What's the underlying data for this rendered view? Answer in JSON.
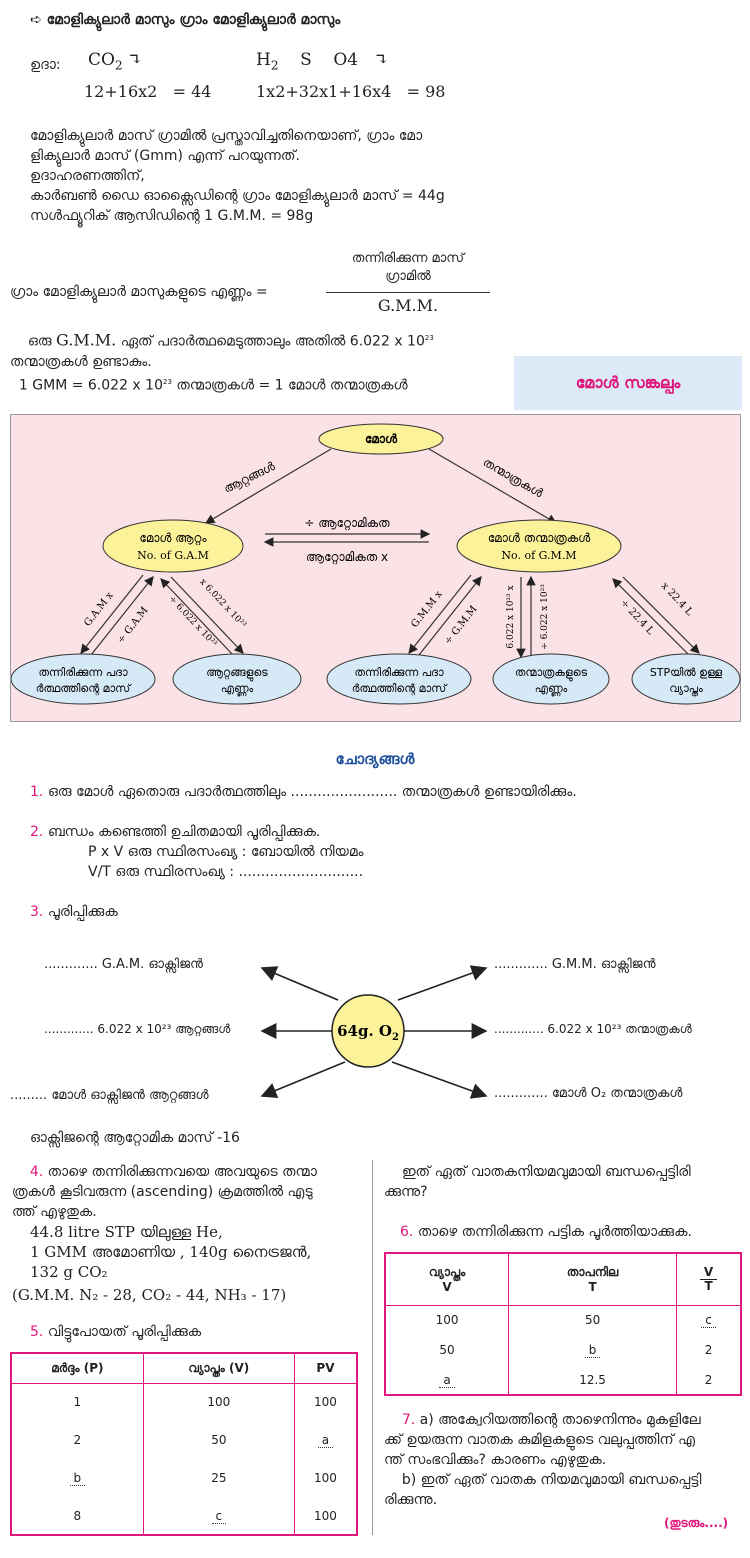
{
  "section1": {
    "heading": "മോളിക്യുലാർ മാസും ഗ്രാം മോളിക്യുലാർ മാസും",
    "example_label": "ഉദാ:",
    "co2_formula": "CO",
    "co2_sub": "2",
    "co2_calc": "12+16x2",
    "co2_result": "= 44",
    "h2so4_h": "H",
    "h2so4_h_sub": "2",
    "h2so4_s": "S",
    "h2so4_o": "O4",
    "h2so4_calc": "1x2+32x1+16x4",
    "h2so4_result": "= 98",
    "para_line1": "മോളിക്യുലാർ മാസ് ഗ്രാമിൽ പ്രസ്താവിച്ചതിനെയാണ്, ഗ്രാം മോ",
    "para_line2": "ളിക്യുലാർ മാസ് (Gmm) എന്ന് പറയുന്നത്.",
    "para_line3": "ഉദാഹരണത്തിന്,",
    "para_line4": "കാർബൺ ഡൈ ഓക്സൈഡിന്റെ ഗ്രാം മോളിക്യുലാർ മാസ് = 44g",
    "para_line5": "സൾഫ്യൂറിക് ആസിഡിന്റെ 1 G.M.M. = 98g",
    "formula_left": "ഗ്രാം മോളിക്യുലാർ മാസുകളുടെ എണ്ണം =",
    "formula_num1": "തന്നിരിക്കുന്ന മാസ്",
    "formula_num2": "ഗ്രാമിൽ",
    "formula_den": "G.M.M.",
    "avog_line1a": "ഒരു",
    "avog_gmm": "G.M.M.",
    "avog_line1b": "ഏത് പദാർത്ഥമെടുത്താലും അതിൽ 6.022 x 10",
    "avog_exp": "23",
    "avog_line2": "തന്മാത്രകൾ ഉണ്ടാകും.",
    "avog_line3a": "1 GMM = 6.022 x 10",
    "avog_line3b": " തന്മാത്രകൾ = 1 മോൾ തന്മാത്രകൾ"
  },
  "concept_title": "മോൾ സങ്കല്പം",
  "diagram": {
    "mole": "മോൾ",
    "arrow_atoms": "ആറ്റങ്ങൾ",
    "arrow_molecules": "തന്മാത്രകൾ",
    "mole_atom_1": "മോൾ ആറ്റം",
    "mole_atom_2": "No. of G.A.M",
    "mole_molecule_1": "മോൾ തന്മാത്രകൾ",
    "mole_molecule_2": "No. of G.M.M",
    "div_atomicity": "÷ ആറ്റോമികത",
    "mul_atomicity": "ആറ്റോമികത x",
    "gam_x": "G.A.M x",
    "div_gam": "÷ G.A.M",
    "x6022_a": "x 6.022 x 10²³",
    "div6022_a": "÷ 6.022 x 10²³",
    "gmm_x": "G.M.M x",
    "div_gmm": "÷ G.M.M",
    "x6022_m": "6.022 x 10²³ x",
    "div6022_m": "÷ 6.022 x 10²³",
    "x224": "x 22.4 L",
    "div224": "÷ 22.4 L",
    "given_mass_a_1": "തന്നിരിക്കുന്ന പദാ",
    "given_mass_a_2": "ർത്ഥത്തിന്റെ മാസ്",
    "num_atoms_1": "ആറ്റങ്ങളുടെ",
    "num_atoms_2": "എണ്ണം",
    "given_mass_m_1": "തന്നിരിക്കുന്ന പദാ",
    "given_mass_m_2": "ർത്ഥത്തിന്റെ മാസ്",
    "num_mol_1": "തന്മാത്രകളുടെ",
    "num_mol_2": "എണ്ണം",
    "stp_1": "STPയിൽ ഉള്ള",
    "stp_2": "വ്യാപ്തം"
  },
  "questions_title": "ചോദ്യങ്ങൾ",
  "q1": {
    "num": "1.",
    "text": "ഒരു മോൾ ഏതൊരു പദാർത്ഥത്തിലും ........................ തന്മാത്രകൾ ഉണ്ടായിരിക്കും."
  },
  "q2": {
    "num": "2.",
    "text": "ബന്ധം കണ്ടെത്തി ഉചിതമായി പൂരിപ്പിക്കുക.",
    "l1": "P x V ഒരു സ്ഥിരസംഖ്യ : ബോയിൽ നിയമം",
    "l2": "V/T ഒരു സ്ഥിരസംഖ്യ    : ............................"
  },
  "q3": {
    "num": "3.",
    "text": "പൂരിപ്പിക്കുക",
    "center": "64g. O",
    "center_sub": "2",
    "tl": "............. G.A.M. ഓക്സിജൻ",
    "ml": "............. 6.022 x 10²³ ആറ്റങ്ങൾ",
    "bl": "......... മോൾ ഓക്സിജൻ ആറ്റങ്ങൾ",
    "tr": "............. G.M.M. ഓക്സിജൻ",
    "mr": "............. 6.022 x 10²³ തന്മാത്രകൾ",
    "br": "............. മോൾ O₂ തന്മാത്രകൾ",
    "note": "ഓക്സിജന്റെ ആറ്റോമിക മാസ് -16"
  },
  "q4": {
    "num": "4.",
    "l1": "താഴെ തന്നിരിക്കുന്നവയെ അവയുടെ തന്മാ",
    "l2": "ത്രകൾ കൂടിവരുന്ന (ascending) ക്രമത്തിൽ എടു",
    "l3": "ത്ത് എഴുതുക.",
    "l4": "44.8 litre STP യിലുള്ള He,",
    "l5": "1 GMM അമോണിയ , 140g നൈട്രജൻ,",
    "l6": "132 g CO₂",
    "l7": "(G.M.M. N₂ - 28, CO₂ - 44, NH₃ - 17)"
  },
  "q5": {
    "num": "5.",
    "text": "വിട്ടുപോയത് പൂരിപ്പിക്കുക",
    "headers": [
      "മർദ്ദം (P)",
      "വ്യാപ്തം (V)",
      "PV"
    ],
    "rows": [
      [
        "1",
        "100",
        "100"
      ],
      [
        "2",
        "50",
        "a"
      ],
      [
        "b",
        "25",
        "100"
      ],
      [
        "8",
        "c",
        "100"
      ]
    ]
  },
  "q5b": {
    "l1": "ഇത് ഏത് വാതകനിയമവുമായി ബന്ധപ്പെട്ടിരി",
    "l2": "ക്കുന്നു?"
  },
  "q6": {
    "num": "6.",
    "text": "താഴെ തന്നിരിക്കുന്ന പട്ടിക പൂർത്തിയാക്കുക.",
    "headers": [
      [
        "വ്യാപ്തം",
        "V"
      ],
      [
        "താപനില",
        "T"
      ],
      [
        "V",
        "T"
      ]
    ],
    "rows": [
      [
        "100",
        "50",
        "c"
      ],
      [
        "50",
        "b",
        "2"
      ],
      [
        "a",
        "12.5",
        "2"
      ]
    ]
  },
  "q7": {
    "num": "7.",
    "l1": "a) അക്വേറിയത്തിന്റെ താഴെനിന്നും മുകളിലേ",
    "l2": "ക്ക് ഉയരുന്ന വാതക കുമിളകളുടെ വലുപ്പത്തിന് എ",
    "l3": "ന്ത് സംഭവിക്കും? കാരണം എഴുതുക.",
    "l4": "b) ഇത് ഏത് വാതക നിയമവുമായി ബന്ധപ്പെട്ടി",
    "l5": "രിക്കുന്നു."
  },
  "continued": "(തുടരും....)"
}
